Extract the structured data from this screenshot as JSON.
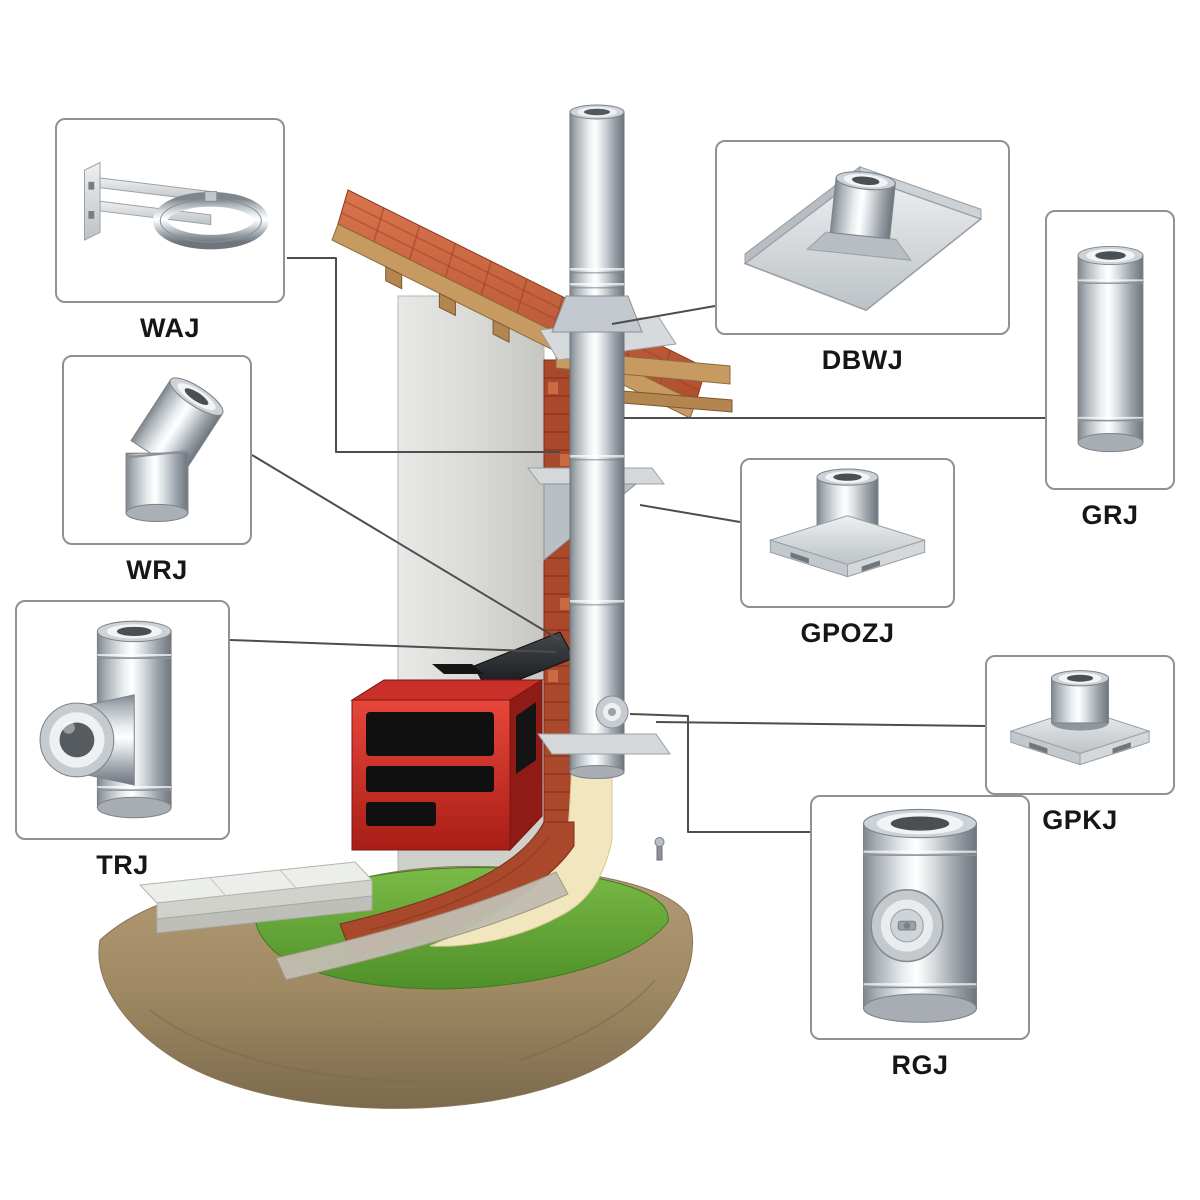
{
  "diagram": {
    "parts": [
      {
        "id": "waj",
        "label": "WAJ",
        "icon": "wall-bracket-icon"
      },
      {
        "id": "wrj",
        "label": "WRJ",
        "icon": "elbow-45-icon"
      },
      {
        "id": "trj",
        "label": "TRJ",
        "icon": "tee-piece-icon"
      },
      {
        "id": "dbwj",
        "label": "DBWJ",
        "icon": "roof-flashing-icon"
      },
      {
        "id": "grj",
        "label": "GRJ",
        "icon": "straight-pipe-icon"
      },
      {
        "id": "gpozj",
        "label": "GPOZJ",
        "icon": "intermediate-support-plate-icon"
      },
      {
        "id": "gpkj",
        "label": "GPKJ",
        "icon": "base-plate-icon"
      },
      {
        "id": "rgj",
        "label": "RGJ",
        "icon": "inspection-pipe-icon"
      }
    ],
    "colors": {
      "box_border": "#8f9193",
      "label_text": "#161616",
      "connector": "#4d4d4d",
      "steel_light": "#eef1f3",
      "steel_dark": "#7f868d",
      "roof_red": "#c8603c",
      "brick": "#a9482a",
      "plaster": "#f2e6bf",
      "boiler_red": "#c9302a",
      "grass_green": "#5da23a",
      "soil_brown": "#a08a64",
      "concrete_gray": "#dadad7"
    }
  }
}
